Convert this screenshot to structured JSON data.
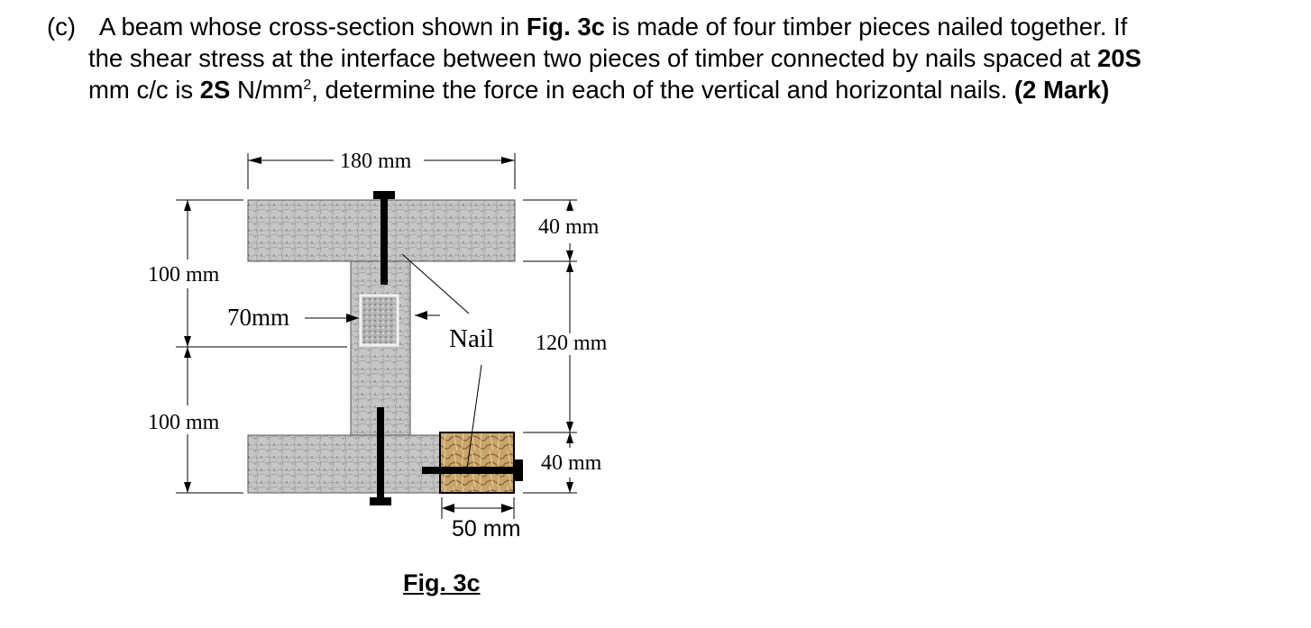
{
  "question": {
    "label": "(c)",
    "line1_a": "A beam whose cross-section shown in ",
    "line1_fig": "Fig. 3c",
    "line1_b": " is made of four timber pieces nailed together. If",
    "line2_a": "the shear stress at the interface between two pieces of timber connected by nails spaced at ",
    "line2_spacing": "20S",
    "line3_a": "mm c/c is ",
    "line3_stress": "2S",
    "line3_unit": " N/mm",
    "line3_unit_exp": "2",
    "line3_b": ", determine the force in each of the vertical and horizontal nails.  ",
    "marks": "(2 Mark)"
  },
  "figure": {
    "caption": "Fig. 3c",
    "dimensions": {
      "top_width": "180 mm",
      "flange_top": "40 mm",
      "web_height": "120 mm",
      "flange_bottom": "40 mm",
      "upper_half": "100 mm",
      "lower_half": "100 mm",
      "web_width": "70mm",
      "block_width": "50 mm"
    },
    "nail_label": "Nail"
  },
  "colors": {
    "timber": "#c8c8c8",
    "timber_block": "#c8a873",
    "nail": "#000000",
    "line": "#000000"
  }
}
